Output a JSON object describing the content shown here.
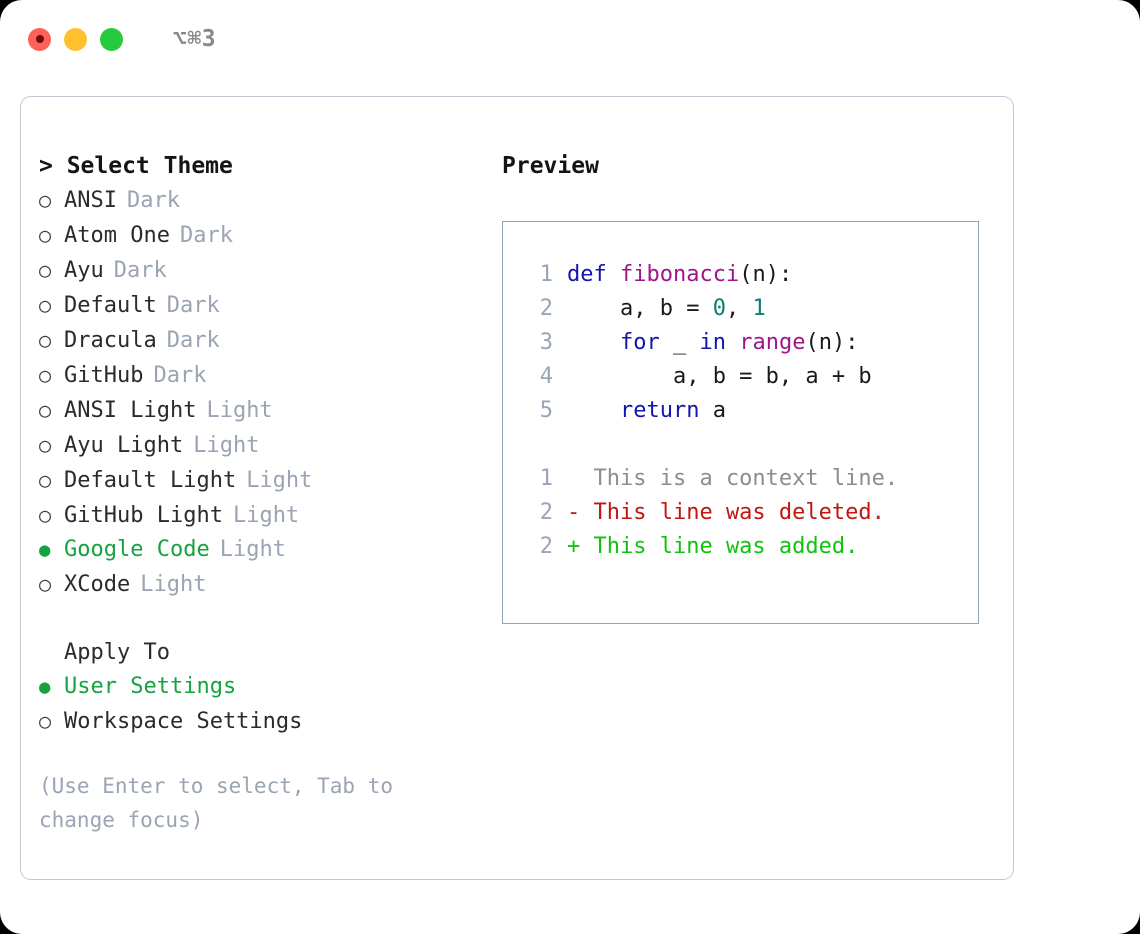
{
  "titlebar": {
    "shortcut": "⌥⌘3",
    "lights": [
      {
        "name": "close",
        "color": "#ff6058"
      },
      {
        "name": "minimize",
        "color": "#ffc02e"
      },
      {
        "name": "maximize",
        "color": "#27c93f"
      }
    ]
  },
  "theme_picker": {
    "header": "> Select Theme",
    "items": [
      {
        "label": "ANSI",
        "variant": "Dark",
        "selected": false,
        "bullet": "○"
      },
      {
        "label": "Atom One",
        "variant": "Dark",
        "selected": false,
        "bullet": "○"
      },
      {
        "label": "Ayu",
        "variant": "Dark",
        "selected": false,
        "bullet": "○"
      },
      {
        "label": "Default",
        "variant": "Dark",
        "selected": false,
        "bullet": "○"
      },
      {
        "label": "Dracula",
        "variant": "Dark",
        "selected": false,
        "bullet": "○"
      },
      {
        "label": "GitHub",
        "variant": "Dark",
        "selected": false,
        "bullet": "○"
      },
      {
        "label": "ANSI Light",
        "variant": "Light",
        "selected": false,
        "bullet": "○"
      },
      {
        "label": "Ayu Light",
        "variant": "Light",
        "selected": false,
        "bullet": "○"
      },
      {
        "label": "Default Light",
        "variant": "Light",
        "selected": false,
        "bullet": "○"
      },
      {
        "label": "GitHub Light",
        "variant": "Light",
        "selected": false,
        "bullet": "○"
      },
      {
        "label": "Google Code",
        "variant": "Light",
        "selected": true,
        "bullet": "●"
      },
      {
        "label": "XCode",
        "variant": "Light",
        "selected": false,
        "bullet": "○"
      }
    ]
  },
  "apply_to": {
    "header": "Apply To",
    "items": [
      {
        "label": "User Settings",
        "selected": true,
        "bullet": "●"
      },
      {
        "label": "Workspace Settings",
        "selected": false,
        "bullet": "○"
      }
    ]
  },
  "hint": "(Use Enter to select, Tab to change focus)",
  "preview": {
    "title": "Preview",
    "code_lines": [
      {
        "num": "1",
        "tokens": [
          {
            "t": "def ",
            "c": "kw"
          },
          {
            "t": "fibonacci",
            "c": "fn"
          },
          {
            "t": "(n):",
            "c": "pln"
          }
        ]
      },
      {
        "num": "2",
        "tokens": [
          {
            "t": "    a, b = ",
            "c": "pln"
          },
          {
            "t": "0",
            "c": "num"
          },
          {
            "t": ", ",
            "c": "pln"
          },
          {
            "t": "1",
            "c": "num"
          }
        ]
      },
      {
        "num": "3",
        "tokens": [
          {
            "t": "    ",
            "c": "pln"
          },
          {
            "t": "for",
            "c": "kw"
          },
          {
            "t": " _ ",
            "c": "pln"
          },
          {
            "t": "in",
            "c": "kw"
          },
          {
            "t": " ",
            "c": "pln"
          },
          {
            "t": "range",
            "c": "fn"
          },
          {
            "t": "(n):",
            "c": "pln"
          }
        ]
      },
      {
        "num": "4",
        "tokens": [
          {
            "t": "        a, b = b, a + b",
            "c": "pln"
          }
        ]
      },
      {
        "num": "5",
        "tokens": [
          {
            "t": "    ",
            "c": "pln"
          },
          {
            "t": "return",
            "c": "kw"
          },
          {
            "t": " a",
            "c": "pln"
          }
        ]
      }
    ],
    "diff_lines": [
      {
        "num": "1",
        "tokens": [
          {
            "t": "  This is a context line.",
            "c": "ctx"
          }
        ]
      },
      {
        "num": "2",
        "tokens": [
          {
            "t": "- This line was deleted.",
            "c": "del"
          }
        ]
      },
      {
        "num": "2",
        "tokens": [
          {
            "t": "+ This line was added.",
            "c": "add"
          }
        ]
      }
    ]
  },
  "colors": {
    "accent_green": "#16a33f",
    "muted": "#9aa4b4",
    "keyword": "#1414b0",
    "function": "#a0158c",
    "number": "#0f7d76",
    "deleted": "#c0170f",
    "added": "#13c10f",
    "panel_border": "#bfc7d2",
    "preview_border": "#94a3b8"
  }
}
